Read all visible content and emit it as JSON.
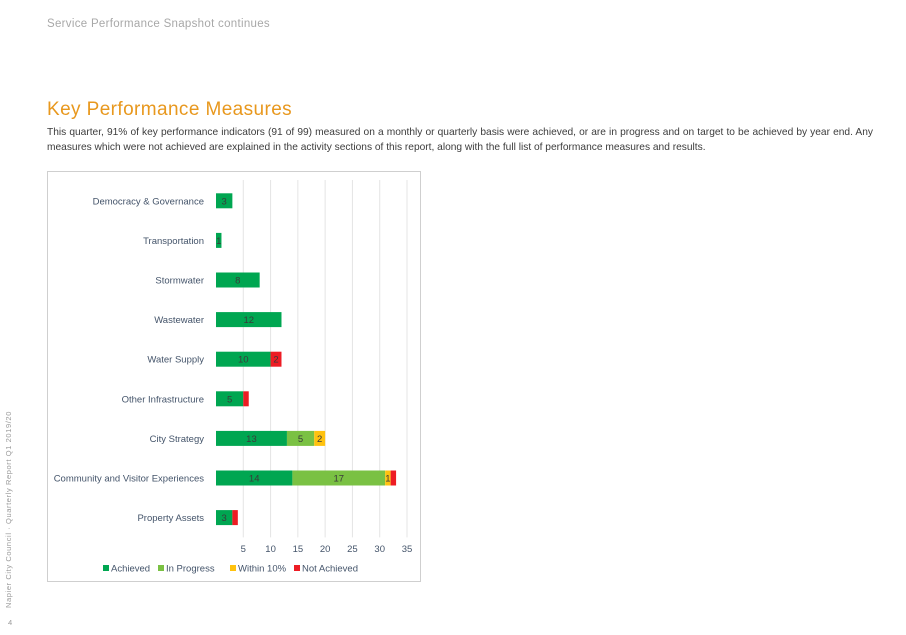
{
  "page": {
    "running_header": "Service Performance Snapshot continues",
    "side_footer": "Napier City Council · Quarterly Report Q1 2019/20",
    "page_number": "4"
  },
  "section": {
    "title": "Key Performance Measures",
    "intro": "This quarter, 91% of key performance indicators (91 of 99) measured on a monthly or quarterly basis were achieved, or are in progress and on target to be achieved by year end. Any measures which were not achieved are explained in the activity sections of this report, along with the full list of performance measures and results."
  },
  "colors": {
    "achieved": "#00a651",
    "in_progress": "#7ac143",
    "within_10": "#ffc20e",
    "not_achieved": "#ed1c24"
  },
  "chart_data": {
    "type": "bar",
    "orientation": "horizontal",
    "stacked": true,
    "title": "",
    "xlabel": "",
    "ylabel": "",
    "xlim": [
      0,
      35
    ],
    "xticks": [
      5,
      10,
      15,
      20,
      25,
      30,
      35
    ],
    "grid": true,
    "legend_position": "bottom",
    "categories": [
      "Democracy & Governance",
      "Transportation",
      "Stormwater",
      "Wastewater",
      "Water Supply",
      "Other Infrastructure",
      "City Strategy",
      "Community and Visitor Experiences",
      "Property Assets"
    ],
    "series": [
      {
        "name": "Achieved",
        "color": "#00a651",
        "values": [
          3,
          1,
          8,
          12,
          10,
          5,
          13,
          14,
          3
        ],
        "labels": [
          "3",
          "1",
          "8",
          "12",
          "10",
          "5",
          "13",
          "14",
          "3"
        ]
      },
      {
        "name": "In Progress",
        "color": "#7ac143",
        "values": [
          0,
          0,
          0,
          0,
          0,
          0,
          5,
          17,
          0
        ],
        "labels": [
          "",
          "",
          "",
          "",
          "",
          "",
          "5",
          "17",
          ""
        ]
      },
      {
        "name": "Within 10%",
        "color": "#ffc20e",
        "values": [
          0,
          0,
          0,
          0,
          0,
          0,
          2,
          1,
          0
        ],
        "labels": [
          "",
          "",
          "",
          "",
          "",
          "",
          "2",
          "1",
          ""
        ]
      },
      {
        "name": "Not Achieved",
        "color": "#ed1c24",
        "values": [
          0,
          0,
          0,
          0,
          2,
          1,
          0,
          1,
          1
        ],
        "labels": [
          "",
          "",
          "",
          "",
          "2",
          "",
          "",
          "",
          ""
        ]
      }
    ]
  }
}
